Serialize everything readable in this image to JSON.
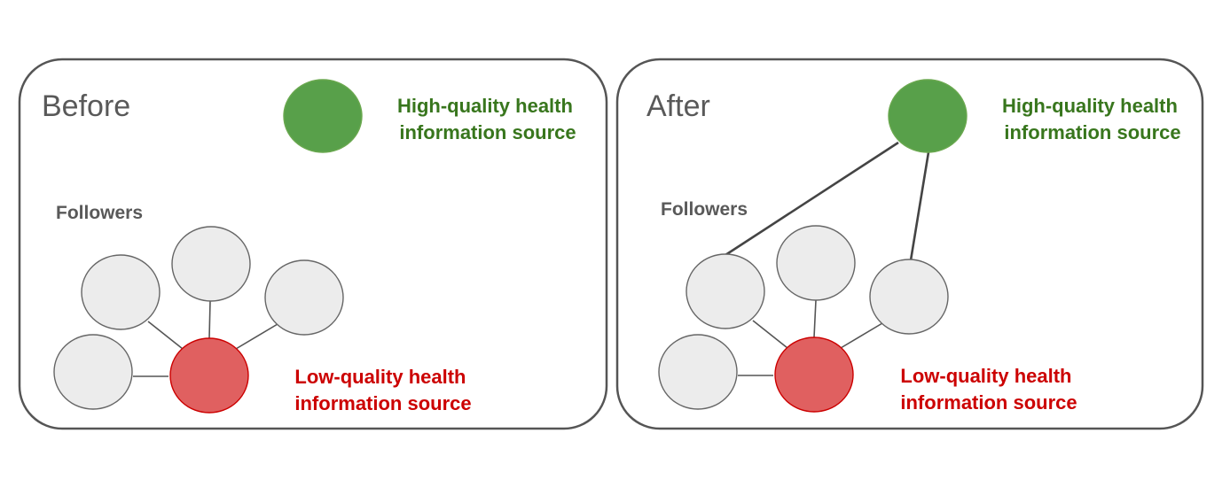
{
  "panels": {
    "before": {
      "title": "Before",
      "high_quality_label": [
        "High-quality health",
        "information source"
      ],
      "followers_label": "Followers",
      "low_quality_label": [
        "Low-quality health",
        "information source"
      ]
    },
    "after": {
      "title": "After",
      "high_quality_label": [
        "High-quality health",
        "information source"
      ],
      "followers_label": "Followers",
      "low_quality_label": [
        "Low-quality health",
        "information source"
      ]
    }
  },
  "colors": {
    "high_quality_node": "#58a04a",
    "high_quality_text": "#38761d",
    "low_quality_node": "#e06060",
    "low_quality_text": "#cc0000",
    "follower_node": "#ececec",
    "text_gray": "#595959"
  }
}
